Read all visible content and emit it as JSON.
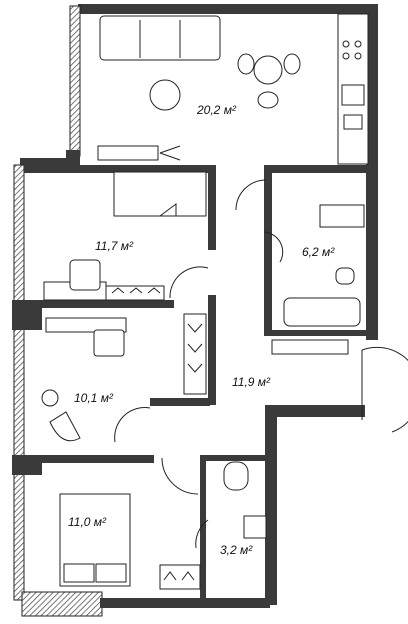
{
  "rooms": [
    {
      "id": "living-kitchen",
      "area": "20,2 м²"
    },
    {
      "id": "bedroom-1",
      "area": "11,7 м²"
    },
    {
      "id": "bathroom",
      "area": "6,2 м²"
    },
    {
      "id": "bedroom-2",
      "area": "10,1 м²"
    },
    {
      "id": "hallway",
      "area": "11,9 м²"
    },
    {
      "id": "bedroom-3",
      "area": "11,0 м²"
    },
    {
      "id": "wc",
      "area": "3,2 м²"
    }
  ],
  "colors": {
    "wall": "#3a3a3a",
    "line": "#222222",
    "background": "#ffffff"
  }
}
